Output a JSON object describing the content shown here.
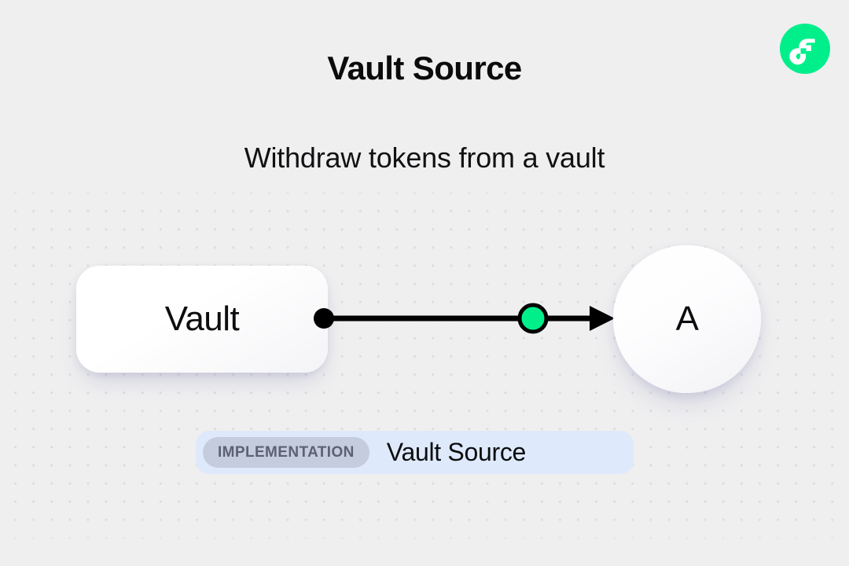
{
  "page": {
    "title": "Vault Source",
    "subtitle": "Withdraw tokens from a vault",
    "background_color": "#EFEFF0"
  },
  "logo": {
    "icon": "flow-logo-icon",
    "background_color": "#00EF8B",
    "mark_color": "#FFFFFF"
  },
  "diagram": {
    "nodes": [
      {
        "id": "vault",
        "label": "Vault",
        "shape": "rounded-rect"
      },
      {
        "id": "a",
        "label": "A",
        "shape": "circle"
      }
    ],
    "edge": {
      "from": "vault",
      "to": "a",
      "source_port_color": "#000000",
      "midpoint_color": "#00EF8B",
      "line_color": "#000000",
      "arrow": "triangle"
    }
  },
  "footer": {
    "badge_label": "IMPLEMENTATION",
    "name": "Vault Source",
    "bar_color": "#DEE9FB",
    "badge_color": "#C4CCDD",
    "badge_text_color": "#5C6271"
  }
}
